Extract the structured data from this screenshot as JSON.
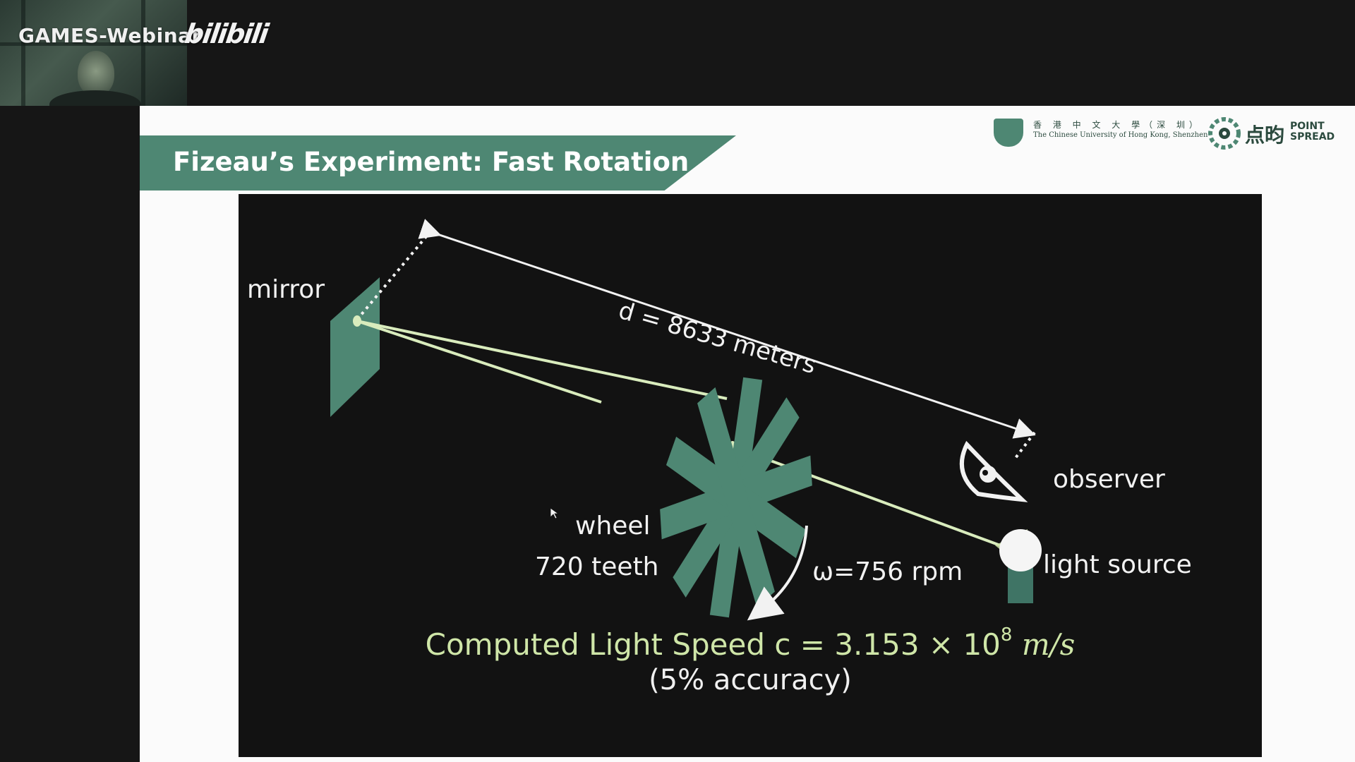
{
  "overlay": {
    "brand_text": "GAMES-Webinar",
    "brand_logo": "bilibili",
    "webcam": "presenter-webcam"
  },
  "slide": {
    "title": "Fizeau’s Experiment: Fast Rotation",
    "logos": {
      "cuhk_cn": "香 港 中 文 大 學（深 圳）",
      "cuhk_en": "The Chinese University of Hong Kong, Shenzhen",
      "pointspread_cn": "点昀",
      "pointspread_en": "POINT SPREAD"
    },
    "figure": {
      "mirror_label": "mirror",
      "distance_label": "d = 8633 meters",
      "observer_label": "observer",
      "wheel_label": "wheel",
      "teeth_label": "720 teeth",
      "omega_label": "ω=756 rpm",
      "light_source_label": "light source",
      "result_prefix": "Computed Light Speed c = 3.153 × 10",
      "result_exponent": "8",
      "result_unit": "m/s",
      "accuracy": "(5% accuracy)"
    },
    "colors": {
      "accent": "#4e8773",
      "result_text": "#cfe6a8",
      "panel_bg": "#121212"
    }
  }
}
